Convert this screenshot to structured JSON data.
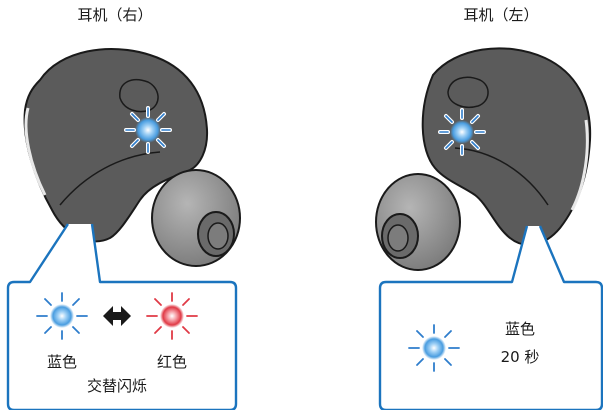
{
  "right_earbud": {
    "title": "耳机（右）",
    "indicator_colors": [
      "#2e7dcc",
      "#e03a46"
    ],
    "labels": {
      "blue": "蓝色",
      "red": "红色",
      "pattern": "交替闪烁"
    }
  },
  "left_earbud": {
    "title": "耳机（左）",
    "indicator_colors": [
      "#2e7dcc"
    ],
    "labels": {
      "color": "蓝色",
      "duration": "20 秒"
    }
  },
  "colors": {
    "callout_border": "#1b74be",
    "earbud_body": "#5b5b5b",
    "ear_tip": "#8c8c8c",
    "blue_light": "#2e7dcc",
    "red_light": "#e03a46"
  },
  "icons": [
    "led-blue-icon",
    "led-red-icon",
    "double-arrow-icon"
  ]
}
